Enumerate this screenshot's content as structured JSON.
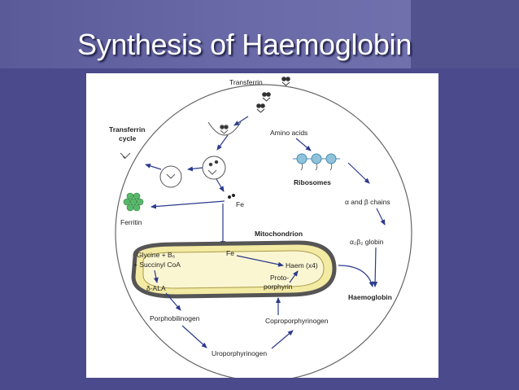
{
  "slide": {
    "title": "Synthesis of Haemoglobin"
  },
  "diagram": {
    "labels": {
      "transferrin": "Transferrin",
      "transferrin_cycle_line1": "Transferrin",
      "transferrin_cycle_line2": "cycle",
      "amino_acids": "Amino acids",
      "ribosomes": "Ribosomes",
      "alpha_beta_chains": "α and β chains",
      "globin": "α₂β₂ globin",
      "ferritin": "Ferritin",
      "fe_cytoplasm": "Fe",
      "mitochondrion": "Mitochondrion",
      "fe_mito": "Fe",
      "glycine_line1": "Glycine + B₆",
      "glycine_line2": "+ Succinyl CoA",
      "ala": "δ-ALA",
      "haem": "Haem (x4)",
      "protoporphyrin_line1": "Proto-",
      "protoporphyrin_line2": "porphyrin",
      "haemoglobin": "Haemoglobin",
      "porphobilinogen": "Porphobilinogen",
      "coproporphyrinogen": "Coproporphyrinogen",
      "uroporphyrinogen": "Uroporphyrinogen"
    },
    "colors": {
      "arrow": "#2b3a8c",
      "mito_fill": "#f3eaa3",
      "mito_stroke": "#555555",
      "ribosome": "#8fc3dc",
      "ferritin": "#58b86a"
    }
  }
}
